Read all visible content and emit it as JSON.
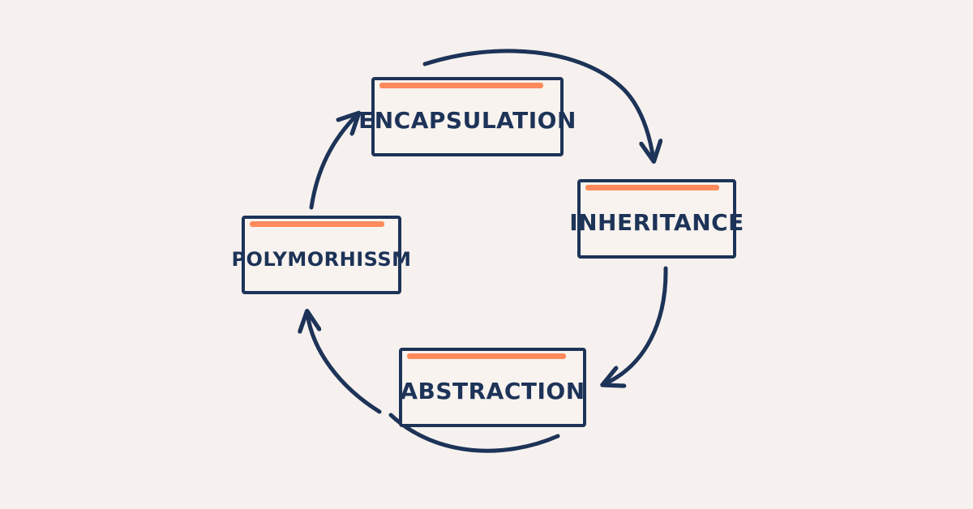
{
  "diagram": {
    "nodes": [
      {
        "id": "encapsulation",
        "label": "ENCAPSULATION"
      },
      {
        "id": "inheritance",
        "label": "INHERITANCE"
      },
      {
        "id": "abstraction",
        "label": "ABSTRACTION"
      },
      {
        "id": "polymorphism",
        "label": "POLYMORHISSM"
      }
    ],
    "edges": [
      {
        "from": "encapsulation",
        "to": "inheritance"
      },
      {
        "from": "inheritance",
        "to": "abstraction"
      },
      {
        "from": "abstraction",
        "to": "polymorphism"
      },
      {
        "from": "polymorphism",
        "to": "encapsulation"
      }
    ]
  },
  "colors": {
    "background": "#f6f1ee",
    "ink": "#1d3358",
    "accent": "#ff8a5b"
  },
  "icons": {
    "arrowhead": "arrowhead-icon"
  }
}
